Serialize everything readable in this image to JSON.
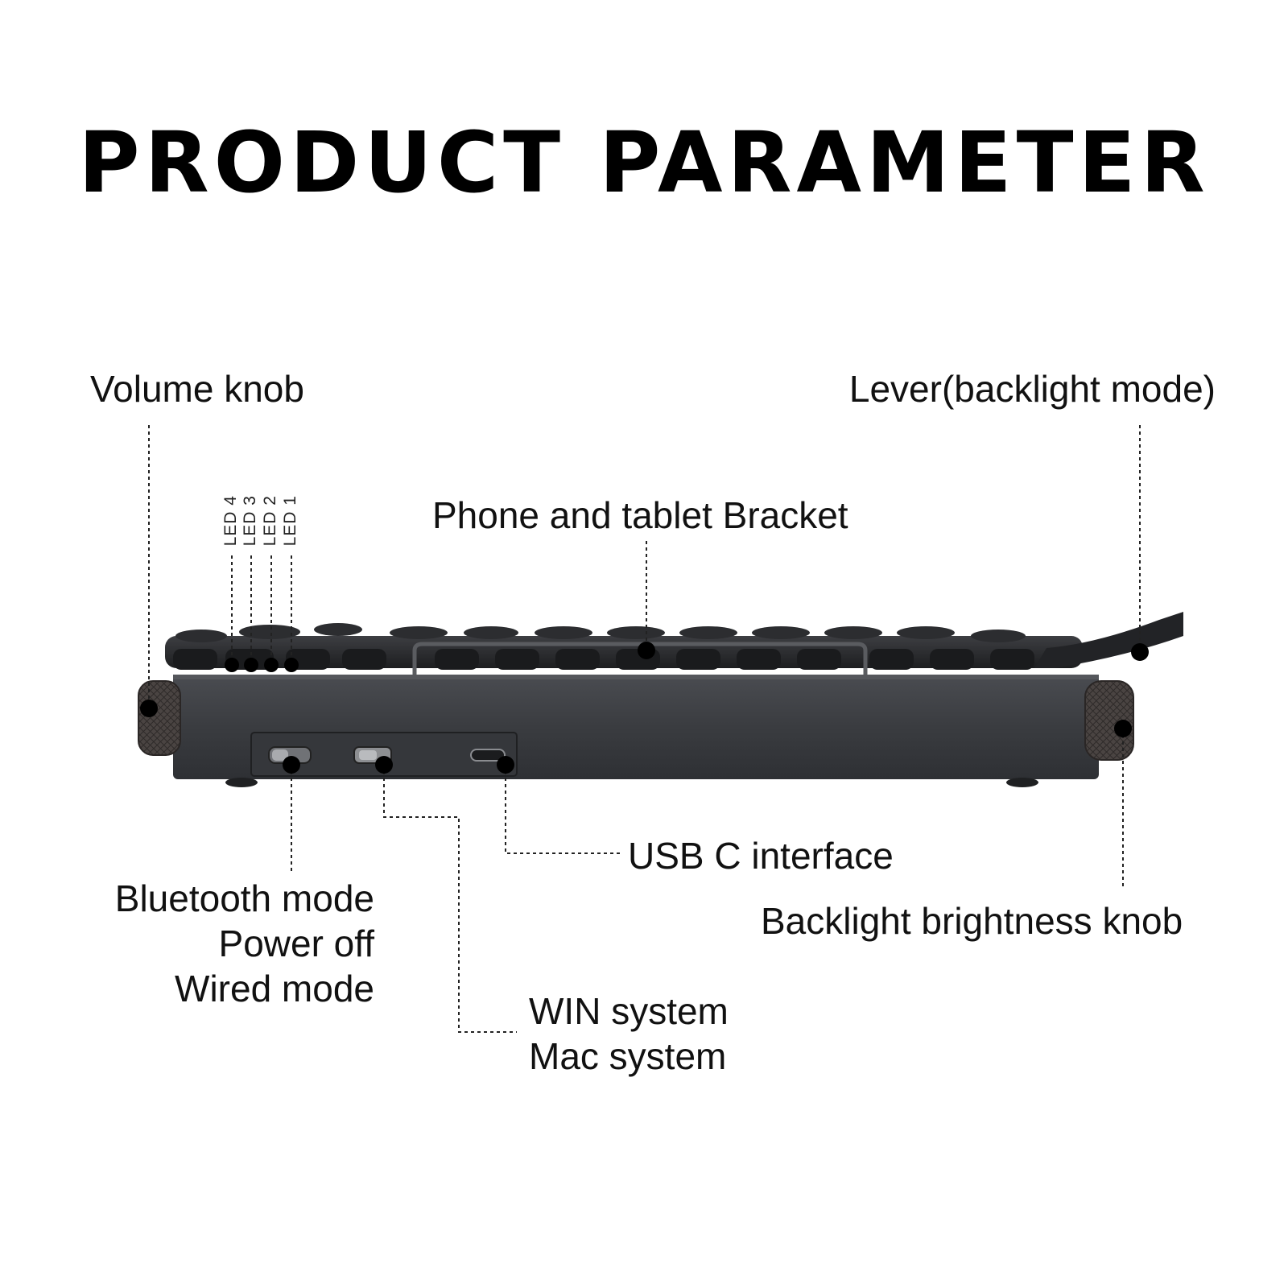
{
  "title": "PRODUCT PARAMETER",
  "callouts": {
    "volume_knob": "Volume knob",
    "lever": "Lever(backlight mode)",
    "bracket": "Phone and tablet Bracket",
    "led1": "LED 1",
    "led2": "LED 2",
    "led3": "LED 3",
    "led4": "LED 4",
    "mode_switch": [
      "Bluetooth mode",
      "Power off",
      "Wired mode"
    ],
    "usb_c": "USB C interface",
    "backlight_knob": "Backlight brightness knob",
    "system_switch": [
      "WIN system",
      "Mac system"
    ]
  },
  "colors": {
    "body": "#3b3d41",
    "keycap": "#2a2b2e",
    "knob": "#4a4442",
    "dot": "#000000",
    "leader": "#222222"
  }
}
